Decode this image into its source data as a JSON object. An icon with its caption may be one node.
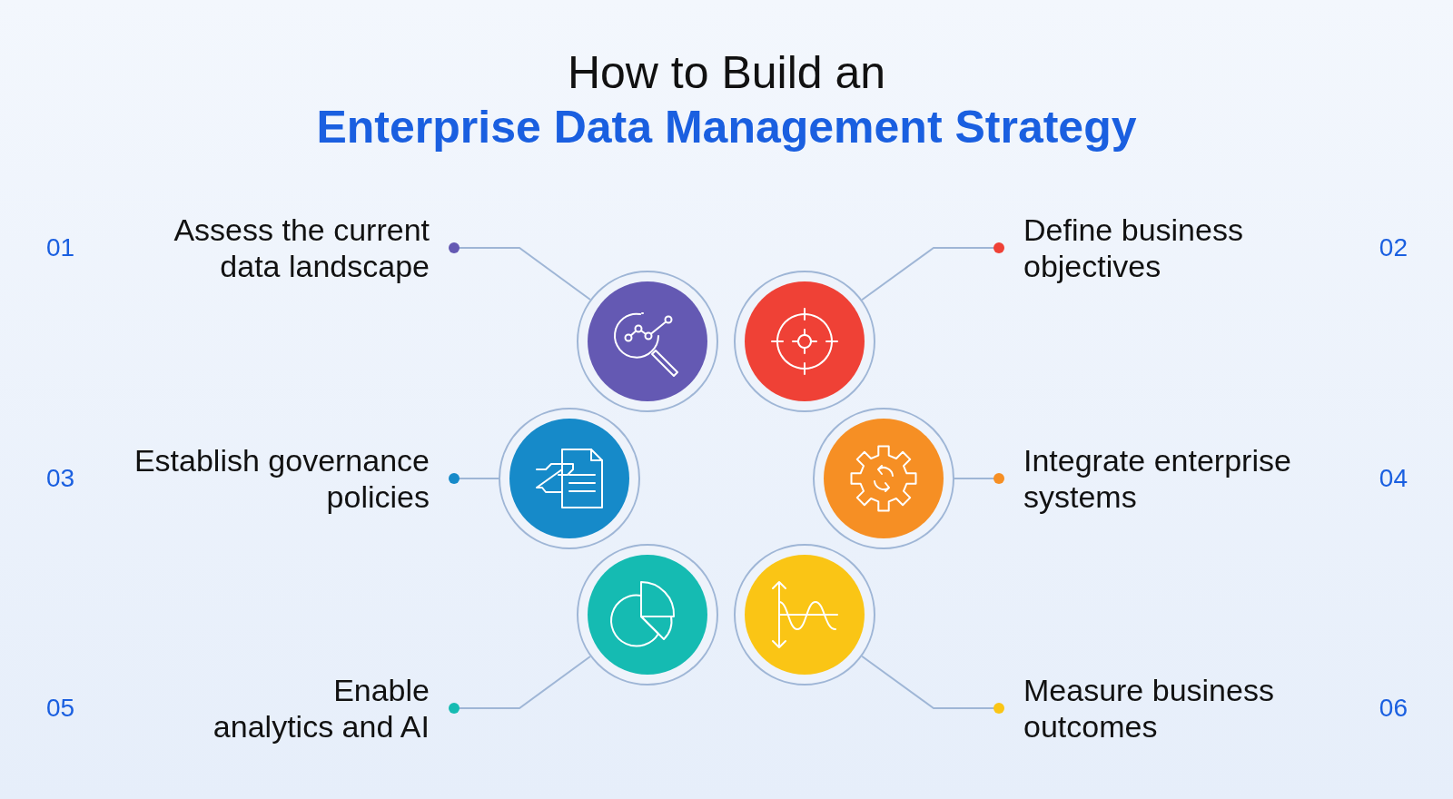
{
  "diagram": {
    "title": "How to Build an Enterprise Data Management Strategy",
    "nodes": [
      {
        "text": [
          "Assess the current data landscape"
        ]
      },
      {
        "text": [
          "Define business objectives"
        ]
      },
      {
        "text": [
          "Establish governance policies"
        ]
      },
      {
        "text": [
          "Integrate enterprise systems"
        ]
      },
      {
        "text": [
          "Enable analytics and AI"
        ]
      },
      {
        "text": [
          "Measure business outcomes"
        ]
      },
      {
        "text": [],
        "shape": "circle"
      },
      {
        "text": [],
        "shape": "circle"
      },
      {
        "text": [],
        "shape": "circle"
      },
      {
        "text": [],
        "shape": "circle"
      },
      {
        "text": [],
        "shape": "circle"
      },
      {
        "text": [],
        "shape": "circle"
      }
    ],
    "edges": [
      {
        "from": 0,
        "to": 6,
        "arrow": "other"
      },
      {
        "from": 1,
        "to": 7,
        "arrow": "other"
      },
      {
        "from": 2,
        "to": 8,
        "arrow": "other"
      },
      {
        "from": 3,
        "to": 9,
        "arrow": "other"
      },
      {
        "from": 4,
        "to": 10,
        "arrow": "other"
      },
      {
        "from": 5,
        "to": 11,
        "arrow": "other"
      }
    ],
    "labels": [
      "01",
      "02",
      "03",
      "04",
      "05",
      "06"
    ]
  }
}
